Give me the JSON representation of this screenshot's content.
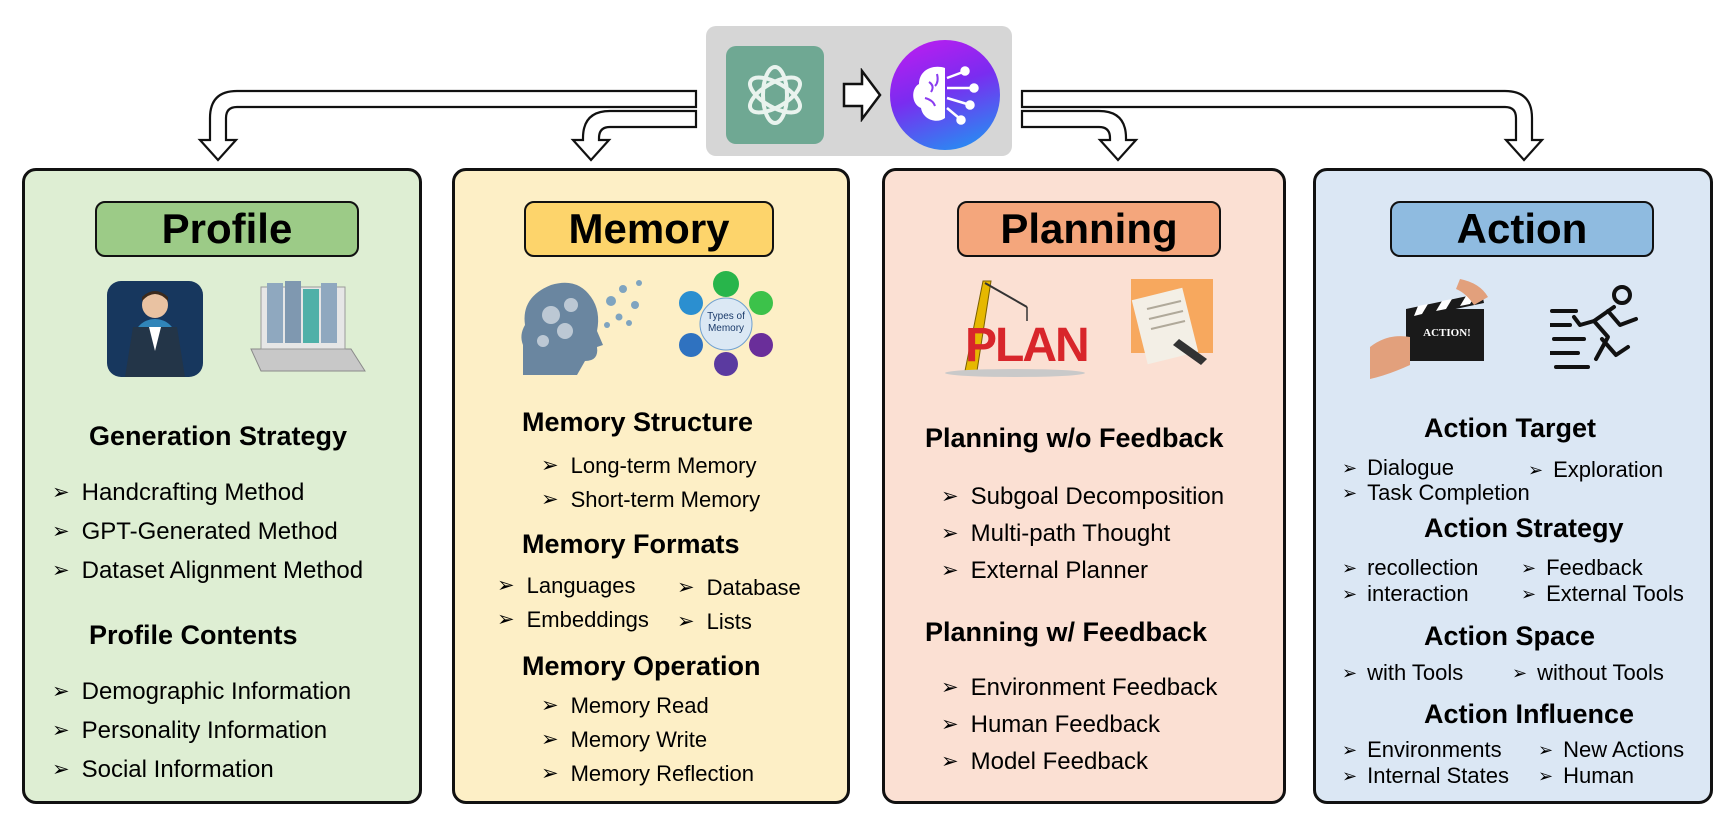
{
  "profile": {
    "title": "Profile",
    "heading1": "Generation Strategy",
    "generation": [
      "Handcrafting Method",
      "GPT-Generated  Method",
      "Dataset  Alignment Method"
    ],
    "heading2": "Profile Contents",
    "contents": [
      "Demographic  Information",
      "Personality Information",
      "Social Information"
    ]
  },
  "memory": {
    "title": "Memory",
    "diagram_label": "Types of Memory",
    "structure_heading": "Memory Structure",
    "structure": [
      "Long-term Memory",
      "Short-term Memory"
    ],
    "formats_heading": "Memory Formats",
    "formats": [
      "Languages",
      "Database",
      "Embeddings",
      "Lists"
    ],
    "operation_heading": "Memory Operation",
    "operation": [
      "Memory Read",
      "Memory Write",
      "Memory Reflection"
    ]
  },
  "planning": {
    "title": "Planning",
    "plan_sign": "PLAN",
    "heading1": "Planning w/o Feedback",
    "without": [
      "Subgoal Decomposition",
      "Multi-path Thought",
      "External Planner"
    ],
    "heading2": "Planning w/ Feedback",
    "with": [
      "Environment Feedback",
      "Human Feedback",
      "Model Feedback"
    ]
  },
  "action": {
    "title": "Action",
    "clapper_text": "ACTION!",
    "target_heading": "Action Target",
    "target": [
      "Dialogue",
      "Exploration",
      "Task Completion"
    ],
    "strategy_heading": "Action Strategy",
    "strategy": [
      "recollection",
      "Feedback",
      "interaction",
      "External Tools"
    ],
    "space_heading": "Action Space",
    "space": [
      "with Tools",
      "without Tools"
    ],
    "influence_heading": "Action Influence",
    "influence": [
      "Environments",
      "New Actions",
      "Internal States",
      "Human"
    ]
  },
  "colors": {
    "profile_bg": "#deeed3",
    "profile_tag": "#9ccb87",
    "memory_bg": "#fdefc6",
    "memory_tag": "#fdd46b",
    "planning_bg": "#fbe0d3",
    "planning_tag": "#f4a67c",
    "action_bg": "#dbe7f4",
    "action_tag": "#8fbbe0",
    "hub_bg": "#d6d6d6",
    "llm_tile": "#6fa893"
  },
  "icons": [
    "openai-logo-icon",
    "right-arrow-icon",
    "ai-brain-icon",
    "businessman-icon",
    "laptop-binders-icon",
    "gear-head-icon",
    "memory-types-diagram-icon",
    "plan-crane-icon",
    "paper-pencil-icon",
    "clapperboard-icon",
    "running-man-icon"
  ]
}
